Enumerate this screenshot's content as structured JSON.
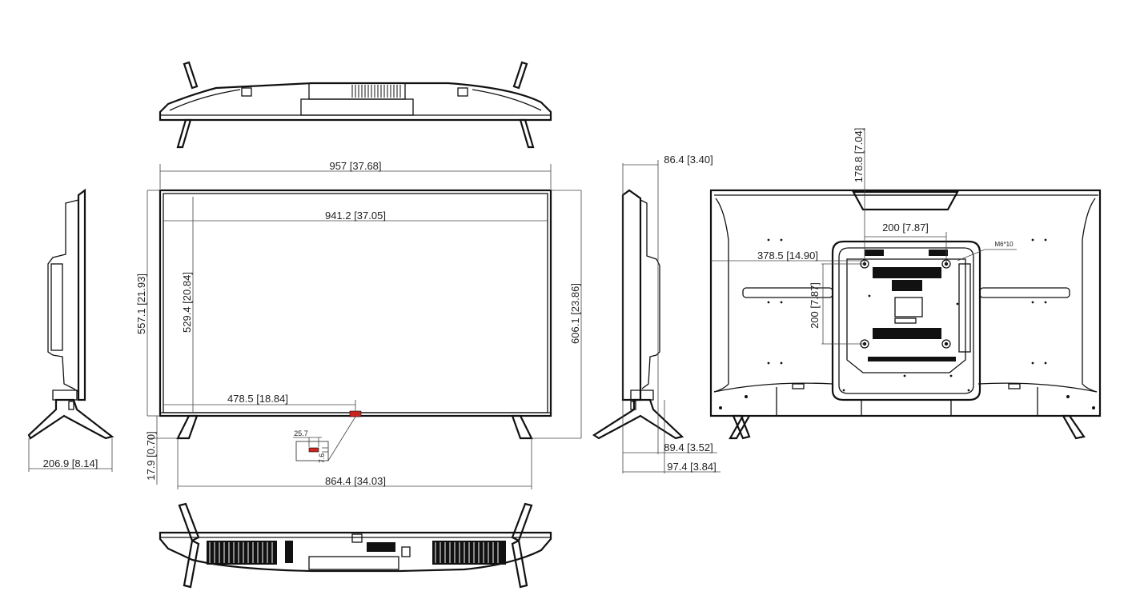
{
  "dimensions": {
    "overall_width": "957 [37.68]",
    "screen_width": "941.2 [37.05]",
    "overall_height": "606.1 [23.86]",
    "height_without_stand": "557.1 [21.93]",
    "screen_height": "529.4 [20.84]",
    "ir_sensor_offset": "478.5 [18.84]",
    "stand_clearance": "17.9 [0.70]",
    "stand_span": "864.4 [34.03]",
    "stand_depth_side": "206.9 [8.14]",
    "panel_depth": "86.4 [3.40]",
    "depth_without_stand": "89.4 [3.52]",
    "depth_with_stand": "97.4 [3.84]",
    "vesa_horizontal": "200 [7.87]",
    "vesa_vertical": "200 [7.87]",
    "vesa_top_offset": "178.8 [7.04]",
    "vesa_side_offset": "378.5 [14.90]",
    "detail_width": "25.7",
    "detail_height": "7.6",
    "screw_spec": "M6*10"
  }
}
